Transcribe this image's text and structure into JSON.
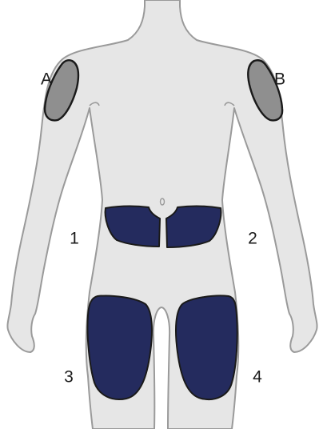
{
  "colors": {
    "skin_fill": "#e6e6e6",
    "skin_outline": "#9a9a9a",
    "arm_site_fill": "#8f8f8f",
    "abdomen_thigh_site_fill": "#242b5e",
    "site_outline": "#1a1a1a",
    "label_text": "#1a1a1a"
  },
  "sites": {
    "upper_arm_left": {
      "label": "A",
      "icon": "upper-arm-injection-site"
    },
    "upper_arm_right": {
      "label": "B",
      "icon": "upper-arm-injection-site"
    },
    "abdomen_left": {
      "label": "1",
      "icon": "abdomen-injection-site"
    },
    "abdomen_right": {
      "label": "2",
      "icon": "abdomen-injection-site"
    },
    "thigh_left": {
      "label": "3",
      "icon": "thigh-injection-site"
    },
    "thigh_right": {
      "label": "4",
      "icon": "thigh-injection-site"
    }
  }
}
